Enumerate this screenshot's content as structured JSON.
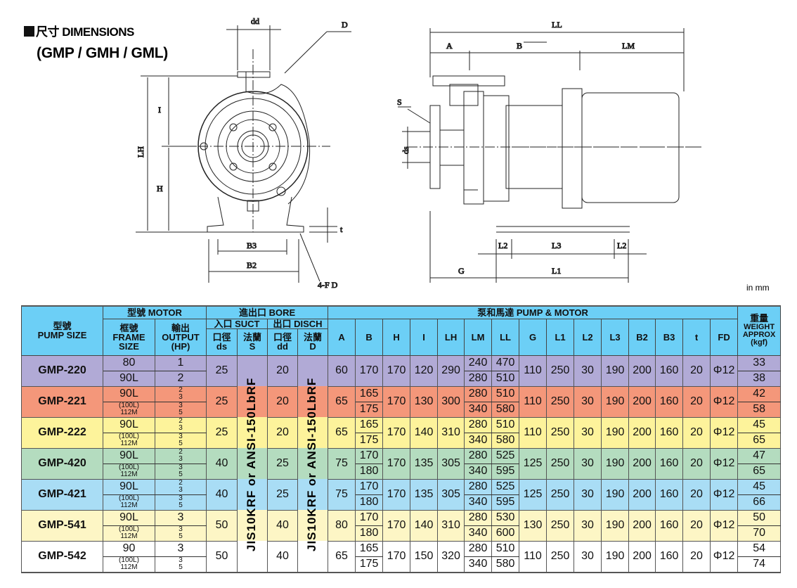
{
  "title": {
    "heading": "尺寸 DIMENSIONS",
    "models": "(GMP / GMH / GML)"
  },
  "drawing_front": {
    "dd": "dd",
    "D": "D",
    "LH": "LH",
    "I": "I",
    "H": "H",
    "B3": "B3",
    "B2": "B2",
    "FD": "4-F D",
    "t": "t"
  },
  "drawing_side": {
    "LL": "LL",
    "A": "A",
    "B": "B",
    "LM": "LM",
    "S": "S",
    "ds": "ds",
    "L2a": "L2",
    "L3": "L3",
    "L2b": "L2",
    "G": "G",
    "L1": "L1"
  },
  "unit": "in mm",
  "table": {
    "headers": {
      "pump_size_cn": "型號",
      "pump_size": "PUMP SIZE",
      "motor": "型號 MOTOR",
      "frame_cn": "框號",
      "frame": "FRAME",
      "frame2": "SIZE",
      "output_cn": "輸出",
      "output": "OUTPUT",
      "output2": "(HP)",
      "bore": "進出口 BORE",
      "suct": "入口 SUCT",
      "disch": "出口 DISCH",
      "ds_cn": "口徑",
      "ds": "ds",
      "s_cn": "法蘭",
      "s": "S",
      "dd_cn": "口徑",
      "dd": "dd",
      "d_cn": "法蘭",
      "d": "D",
      "pump_motor": "泵和馬達 PUMP & MOTOR",
      "cols": [
        "A",
        "B",
        "H",
        "I",
        "LH",
        "LM",
        "LL",
        "G",
        "L1",
        "L2",
        "L3",
        "B2",
        "B3",
        "t",
        "FD"
      ],
      "weight_cn": "重量",
      "weight": "WEIGHT",
      "weight2": "APPROX",
      "weight3": "(kgf)"
    },
    "flange_text": "JIS10KRF or ANSI-150LbRF",
    "rows": [
      {
        "model": "GMP-220",
        "color": "#b1aad6",
        "frames": [
          [
            "80"
          ],
          [
            "90L"
          ]
        ],
        "outputs": [
          [
            "1"
          ],
          [
            "2"
          ]
        ],
        "ds": "25",
        "dd": "20",
        "A": "60",
        "B": [
          "170"
        ],
        "H": "170",
        "I": "120",
        "LH": "290",
        "LM": [
          "240",
          "280"
        ],
        "LL": [
          "470",
          "510"
        ],
        "G": "110",
        "L1": "250",
        "L2": "30",
        "L3": "190",
        "B2": "200",
        "B3": "160",
        "t": "20",
        "FD": "Φ12",
        "weight": [
          "33",
          "38"
        ]
      },
      {
        "model": "GMP-221",
        "color": "#f4977a",
        "frames": [
          [
            "90L"
          ],
          [
            "(100L)",
            "112M"
          ]
        ],
        "outputs": [
          [
            "2",
            "3"
          ],
          [
            "3",
            "5"
          ]
        ],
        "ds": "25",
        "dd": "20",
        "A": "65",
        "B": [
          "165",
          "175"
        ],
        "H": "170",
        "I": "130",
        "LH": "300",
        "LM": [
          "280",
          "340"
        ],
        "LL": [
          "510",
          "580"
        ],
        "G": "110",
        "L1": "250",
        "L2": "30",
        "L3": "190",
        "B2": "200",
        "B3": "160",
        "t": "20",
        "FD": "Φ12",
        "weight": [
          "42",
          "58"
        ]
      },
      {
        "model": "GMP-222",
        "color": "#fdf39b",
        "frames": [
          [
            "90L"
          ],
          [
            "(100L)",
            "112M"
          ]
        ],
        "outputs": [
          [
            "2",
            "3"
          ],
          [
            "3",
            "5"
          ]
        ],
        "ds": "25",
        "dd": "20",
        "A": "65",
        "B": [
          "165",
          "175"
        ],
        "H": "170",
        "I": "140",
        "LH": "310",
        "LM": [
          "280",
          "340"
        ],
        "LL": [
          "510",
          "580"
        ],
        "G": "110",
        "L1": "250",
        "L2": "30",
        "L3": "190",
        "B2": "200",
        "B3": "160",
        "t": "20",
        "FD": "Φ12",
        "weight": [
          "45",
          "65"
        ]
      },
      {
        "model": "GMP-420",
        "color": "#b4dcbf",
        "frames": [
          [
            "90L"
          ],
          [
            "(100L)",
            "112M"
          ]
        ],
        "outputs": [
          [
            "2",
            "3"
          ],
          [
            "3",
            "5"
          ]
        ],
        "ds": "40",
        "dd": "25",
        "A": "75",
        "B": [
          "170",
          "180"
        ],
        "H": "170",
        "I": "135",
        "LH": "305",
        "LM": [
          "280",
          "340"
        ],
        "LL": [
          "525",
          "595"
        ],
        "G": "125",
        "L1": "250",
        "L2": "30",
        "L3": "190",
        "B2": "200",
        "B3": "160",
        "t": "20",
        "FD": "Φ12",
        "weight": [
          "47",
          "65"
        ]
      },
      {
        "model": "GMP-421",
        "color": "#a9ddf5",
        "frames": [
          [
            "90L"
          ],
          [
            "(100L)",
            "112M"
          ]
        ],
        "outputs": [
          [
            "2",
            "3"
          ],
          [
            "3",
            "5"
          ]
        ],
        "ds": "40",
        "dd": "25",
        "A": "75",
        "B": [
          "170",
          "180"
        ],
        "H": "170",
        "I": "135",
        "LH": "305",
        "LM": [
          "280",
          "340"
        ],
        "LL": [
          "525",
          "595"
        ],
        "G": "125",
        "L1": "250",
        "L2": "30",
        "L3": "190",
        "B2": "200",
        "B3": "160",
        "t": "20",
        "FD": "Φ12",
        "weight": [
          "45",
          "66"
        ]
      },
      {
        "model": "GMP-541",
        "color": "#fdf6c5",
        "frames": [
          [
            "90L"
          ],
          [
            "(100L)",
            "112M"
          ]
        ],
        "outputs": [
          [
            "3"
          ],
          [
            "3",
            "5"
          ]
        ],
        "ds": "50",
        "dd": "40",
        "A": "80",
        "B": [
          "170",
          "180"
        ],
        "H": "170",
        "I": "140",
        "LH": "310",
        "LM": [
          "280",
          "340"
        ],
        "LL": [
          "530",
          "600"
        ],
        "G": "130",
        "L1": "250",
        "L2": "30",
        "L3": "190",
        "B2": "200",
        "B3": "160",
        "t": "20",
        "FD": "Φ12",
        "weight": [
          "50",
          "70"
        ]
      },
      {
        "model": "GMP-542",
        "color": "#ffffff",
        "frames": [
          [
            "90"
          ],
          [
            "(100L)",
            "112M"
          ]
        ],
        "outputs": [
          [
            "3"
          ],
          [
            "3",
            "5"
          ]
        ],
        "ds": "50",
        "dd": "40",
        "A": "65",
        "B": [
          "165",
          "175"
        ],
        "H": "170",
        "I": "150",
        "LH": "320",
        "LM": [
          "280",
          "340"
        ],
        "LL": [
          "510",
          "580"
        ],
        "G": "110",
        "L1": "250",
        "L2": "30",
        "L3": "190",
        "B2": "200",
        "B3": "160",
        "t": "20",
        "FD": "Φ12",
        "weight": [
          "54",
          "74"
        ]
      }
    ]
  }
}
